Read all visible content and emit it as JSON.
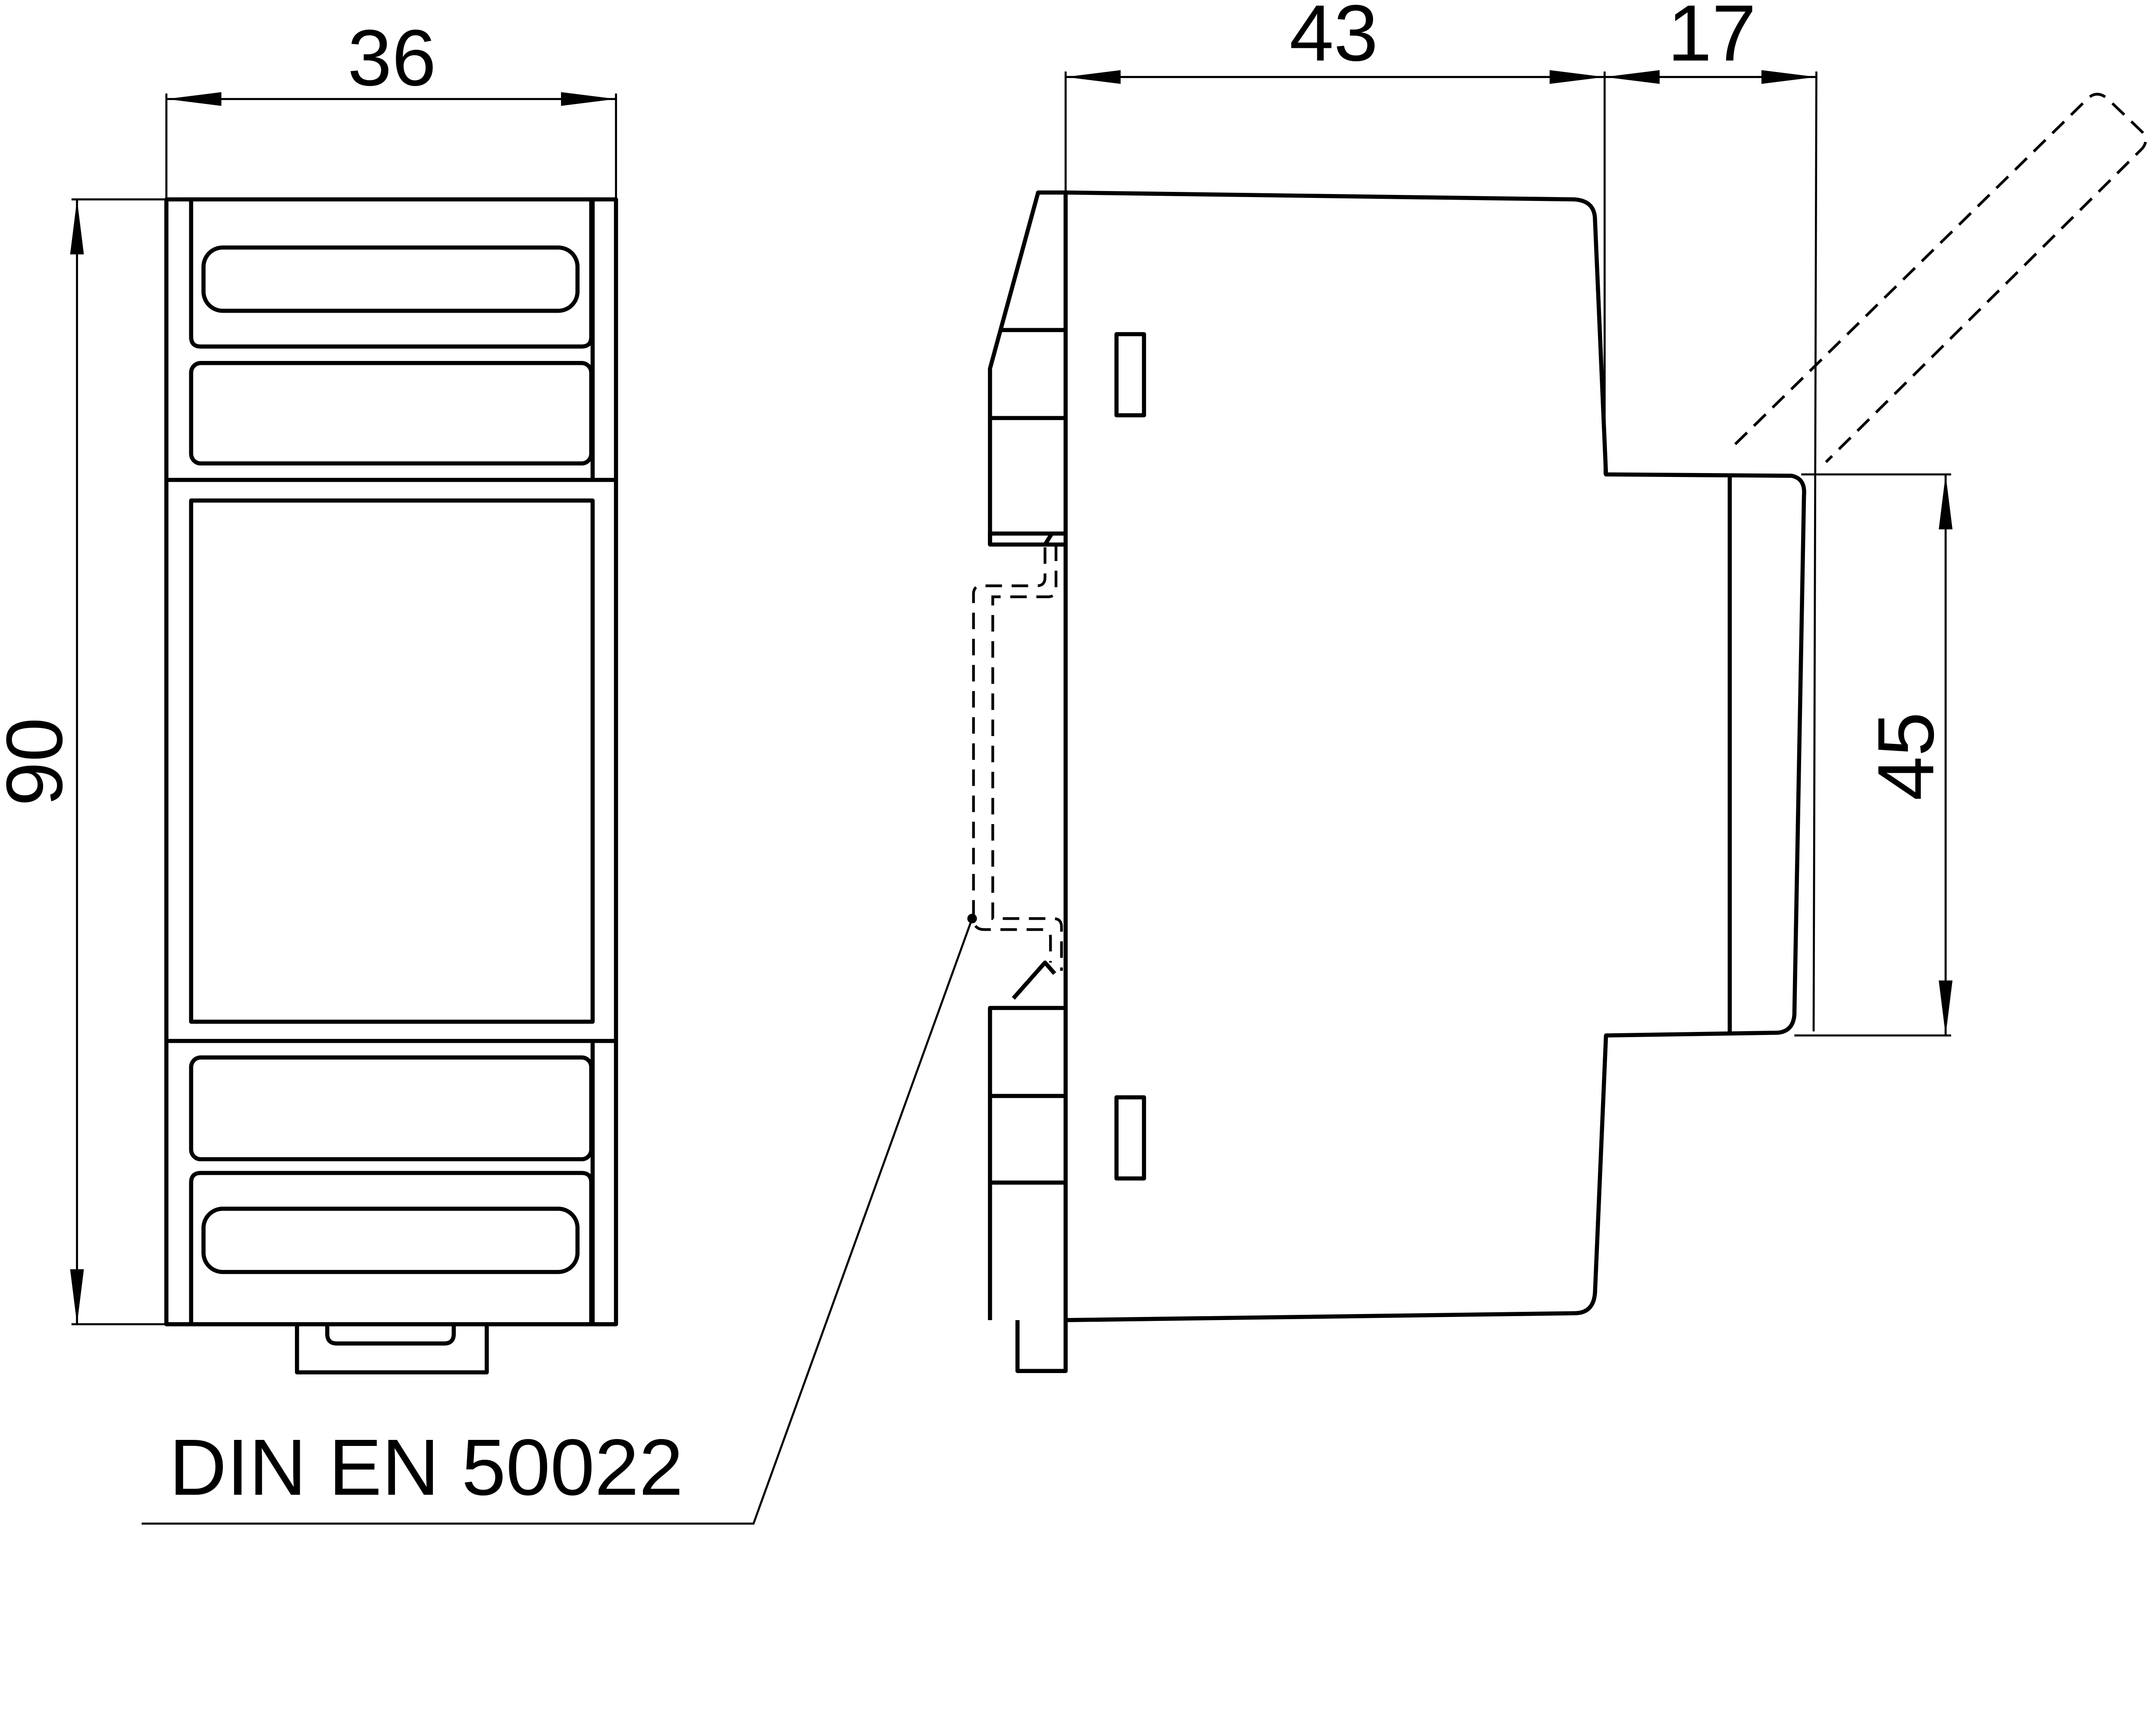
{
  "dimensions": {
    "front_width": "36",
    "front_height": "90",
    "side_depth": "43",
    "side_front_depth": "17",
    "front_face_height": "45"
  },
  "labels": {
    "rail_standard": "DIN EN 50022"
  }
}
